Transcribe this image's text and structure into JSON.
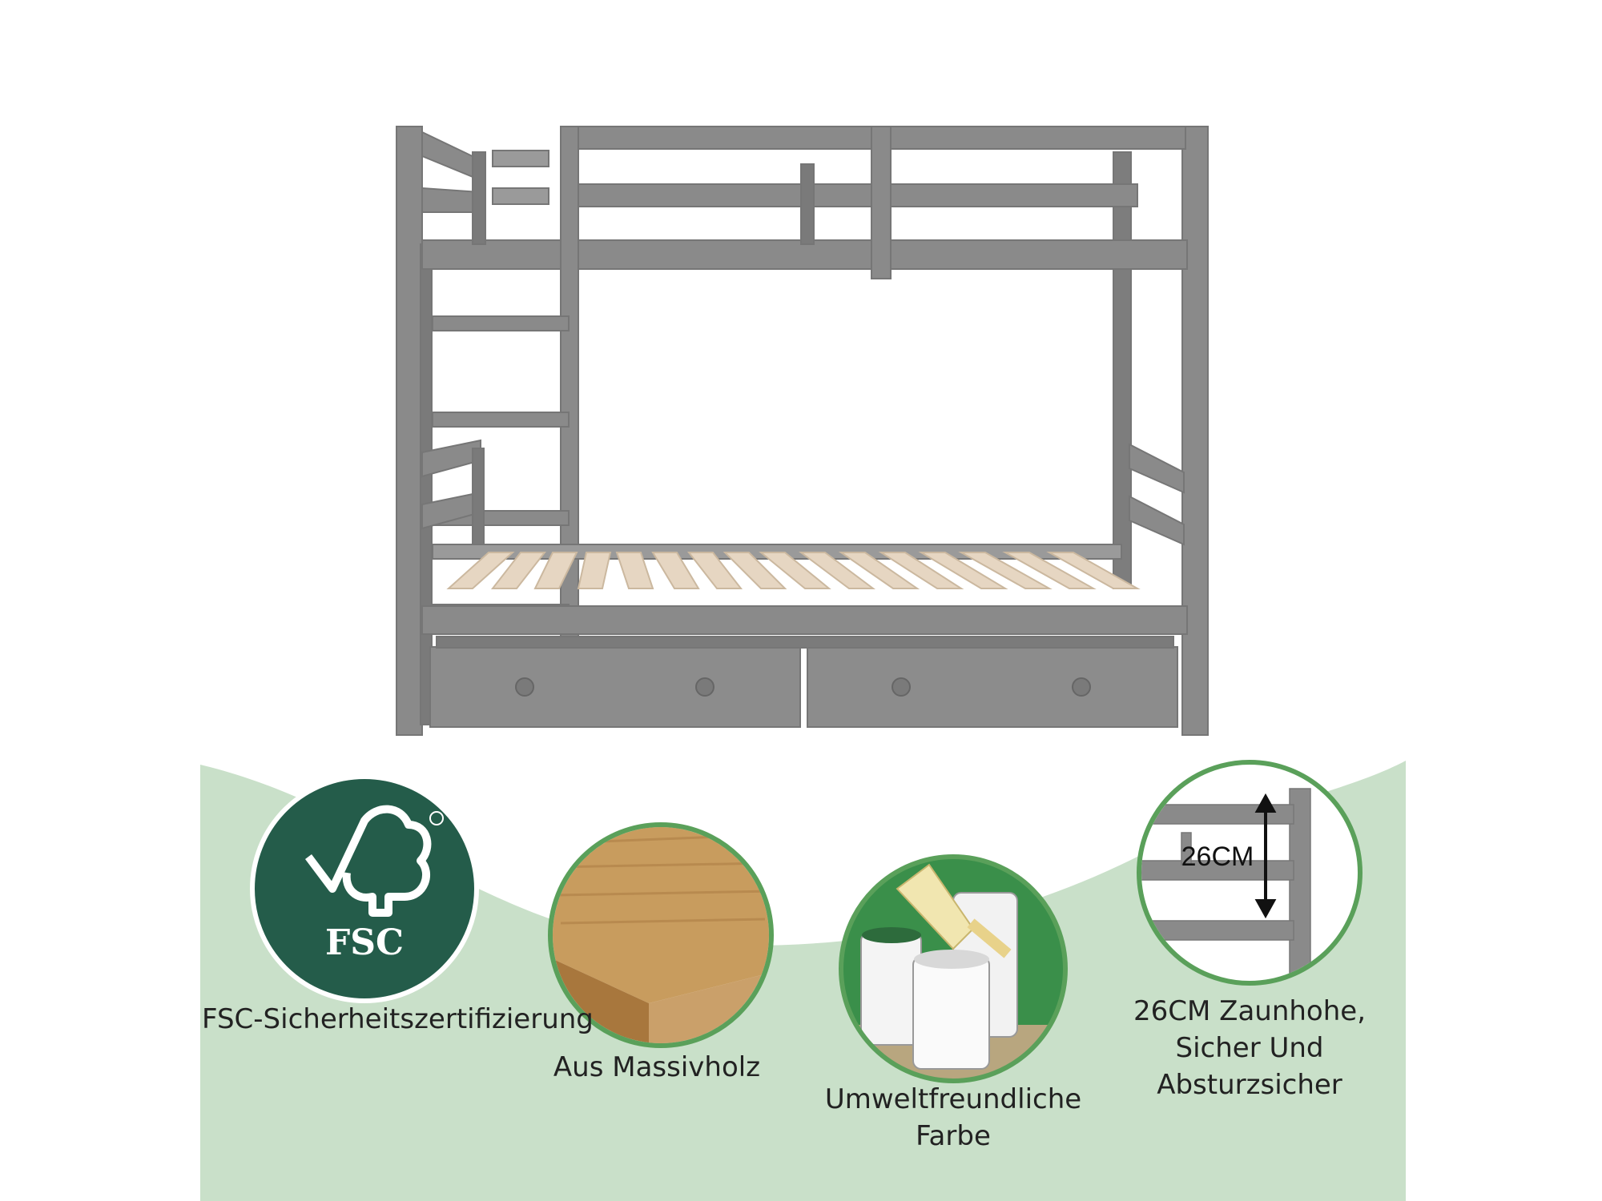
{
  "colors": {
    "frame": "#8a8a8a",
    "frame_dark": "#6e6e6e",
    "slat": "#e6d6c2",
    "panel_green": "#c9e0c9",
    "fsc_green": "#245c4a",
    "ring": "#5aa05a"
  },
  "features": [
    {
      "name": "fsc",
      "icon": "fsc-logo-icon",
      "logo_text": "FSC",
      "lines": [
        "FSC-Sicherheitszertifizierung"
      ]
    },
    {
      "name": "wood",
      "icon": "solid-wood-icon",
      "lines": [
        "Aus Massivholz"
      ]
    },
    {
      "name": "paint",
      "icon": "paint-cans-icon",
      "lines": [
        "Umweltfreundliche",
        "Farbe"
      ]
    },
    {
      "name": "fence",
      "icon": "fence-height-icon",
      "measure_text": "26CM",
      "lines": [
        "26CM Zaunhohe,",
        "Sicher Und",
        "Absturzsicher"
      ]
    }
  ]
}
